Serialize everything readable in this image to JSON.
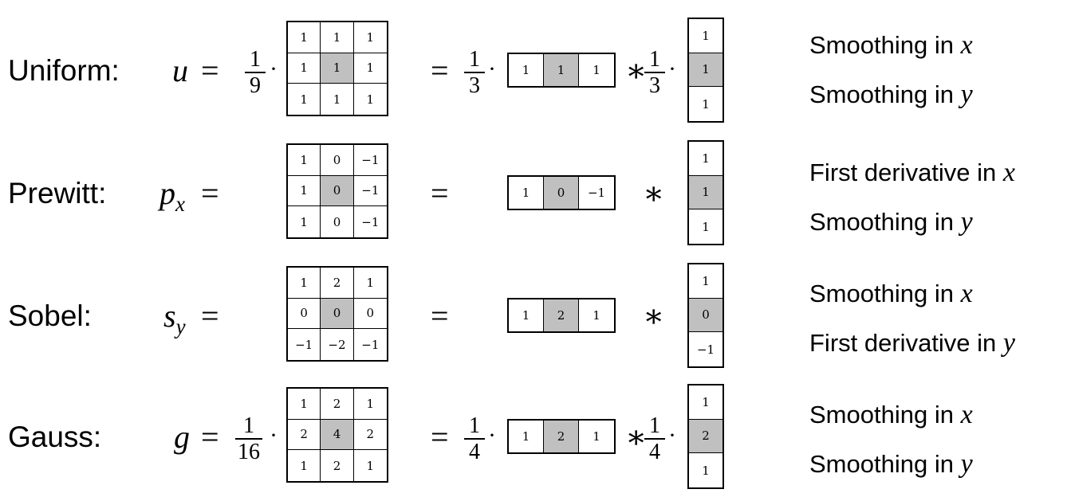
{
  "rows": [
    {
      "name": "Uniform:",
      "symbol": "u",
      "symbol_sub": "",
      "equals": "=",
      "prefactor": {
        "num": "1",
        "den": "9"
      },
      "kernel_2d": [
        [
          "1",
          "1",
          "1"
        ],
        [
          "1",
          "1",
          "1"
        ],
        [
          "1",
          "1",
          "1"
        ]
      ],
      "equals2": "=",
      "row_factor": {
        "num": "1",
        "den": "3"
      },
      "row_vector": [
        "1",
        "1",
        "1"
      ],
      "conv": "∗",
      "col_factor": {
        "num": "1",
        "den": "3"
      },
      "col_vector": [
        "1",
        "1",
        "1"
      ],
      "desc_x": {
        "text": "Smoothing in ",
        "var": "x"
      },
      "desc_y": {
        "text": "Smoothing in ",
        "var": "y"
      }
    },
    {
      "name": "Prewitt:",
      "symbol": "p",
      "symbol_sub": "x",
      "equals": "=",
      "kernel_2d": [
        [
          "1",
          "0",
          "−1"
        ],
        [
          "1",
          "0",
          "−1"
        ],
        [
          "1",
          "0",
          "−1"
        ]
      ],
      "equals2": "=",
      "row_vector": [
        "1",
        "0",
        "−1"
      ],
      "conv": "∗",
      "col_vector": [
        "1",
        "1",
        "1"
      ],
      "desc_x": {
        "text": "First derivative in ",
        "var": "x"
      },
      "desc_y": {
        "text": "Smoothing in ",
        "var": "y"
      }
    },
    {
      "name": "Sobel:",
      "symbol": "s",
      "symbol_sub": "y",
      "equals": "=",
      "kernel_2d": [
        [
          "1",
          "2",
          "1"
        ],
        [
          "0",
          "0",
          "0"
        ],
        [
          "−1",
          "−2",
          "−1"
        ]
      ],
      "equals2": "=",
      "row_vector": [
        "1",
        "2",
        "1"
      ],
      "conv": "∗",
      "col_vector": [
        "1",
        "0",
        "−1"
      ],
      "desc_x": {
        "text": "Smoothing in ",
        "var": "x"
      },
      "desc_y": {
        "text": "First derivative in ",
        "var": "y"
      }
    },
    {
      "name": "Gauss:",
      "symbol": "g",
      "symbol_sub": "",
      "equals": "=",
      "prefactor": {
        "num": "1",
        "den": "16"
      },
      "kernel_2d": [
        [
          "1",
          "2",
          "1"
        ],
        [
          "2",
          "4",
          "2"
        ],
        [
          "1",
          "2",
          "1"
        ]
      ],
      "equals2": "=",
      "row_factor": {
        "num": "1",
        "den": "4"
      },
      "row_vector": [
        "1",
        "2",
        "1"
      ],
      "conv": "∗",
      "col_factor": {
        "num": "1",
        "den": "4"
      },
      "col_vector": [
        "1",
        "2",
        "1"
      ],
      "desc_x": {
        "text": "Smoothing in ",
        "var": "x"
      },
      "desc_y": {
        "text": "Smoothing in ",
        "var": "y"
      }
    }
  ],
  "multiply_dot": "·",
  "highlight_color": "#c0c0c0"
}
